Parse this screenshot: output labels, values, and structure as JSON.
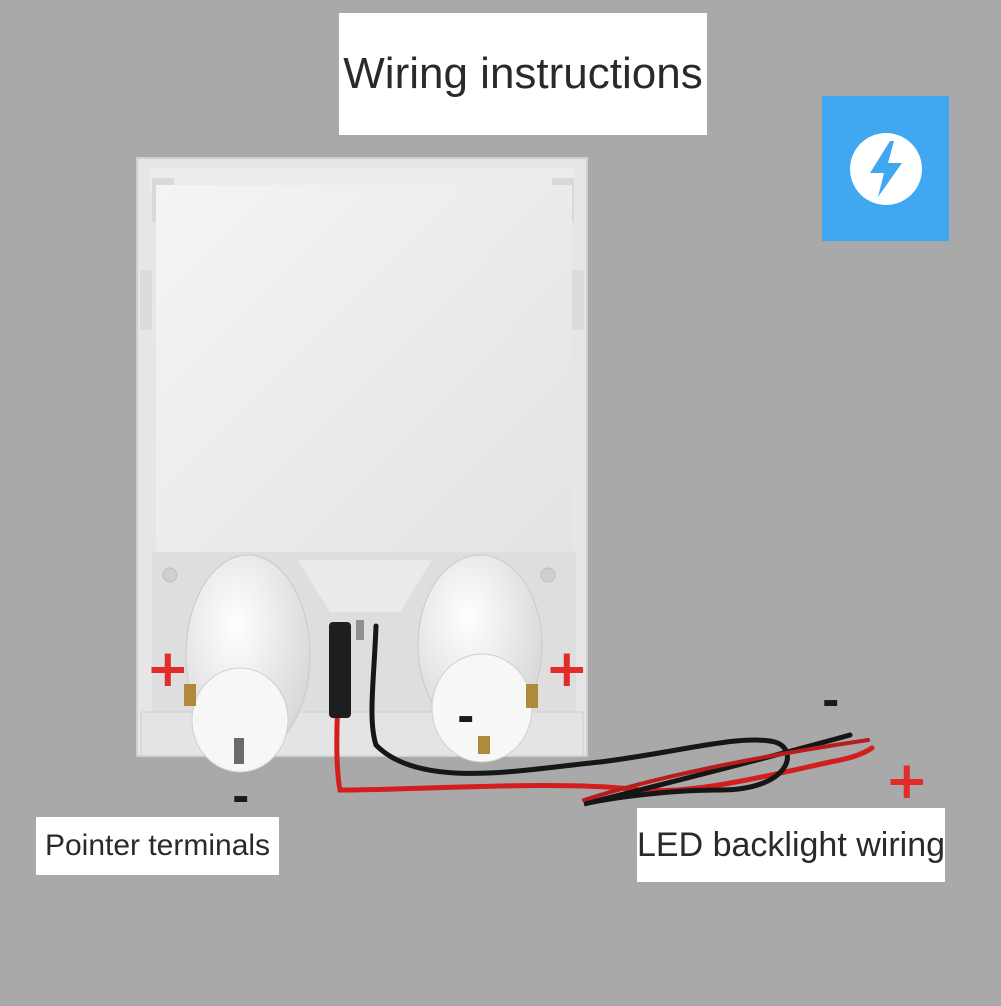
{
  "title": "Wiring instructions",
  "labels": {
    "pointer_terminals": "Pointer terminals",
    "led_backlight_wiring": "LED backlight wiring"
  },
  "polarity": {
    "plus": "+",
    "minus": "-"
  },
  "icons": {
    "badge": "lightning-bolt-icon"
  },
  "colors": {
    "background": "#a9a9a9",
    "badge": "#3fa8f0",
    "plus_mark": "#e42b2b",
    "minus_mark": "#1a1a1a",
    "wire_red": "#d41d1d",
    "wire_black": "#161616"
  }
}
